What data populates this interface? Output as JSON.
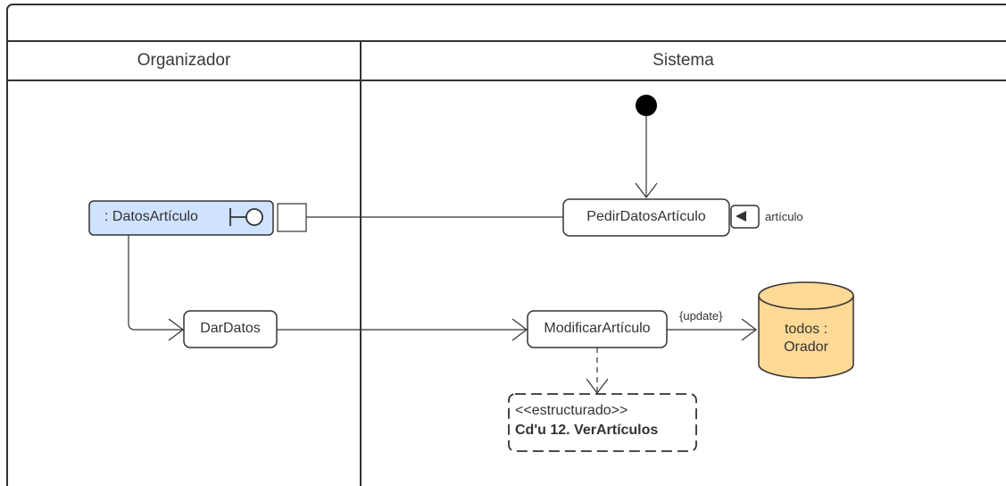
{
  "diagram": {
    "lanes": [
      {
        "name": "Organizador"
      },
      {
        "name": "Sistema"
      }
    ],
    "nodes": {
      "interface_object": ": DatosArtículo",
      "dar_datos": "DarDatos",
      "pedir_datos": "PedirDatosArtículo",
      "pin_label": "artículo",
      "modificar": "ModificarArtículo",
      "datastore": {
        "line1": "todos :",
        "line2": "Orador"
      },
      "datastore_edge_label": "{update}",
      "structured": {
        "stereotype": "<<estructurado>>",
        "name": "Cd'u 12. VerArtículos"
      }
    },
    "colors": {
      "interface_fill": "#cfe2ff",
      "datastore_fill": "#ffd996",
      "line": "#333333",
      "initial_node": "#000000"
    }
  }
}
